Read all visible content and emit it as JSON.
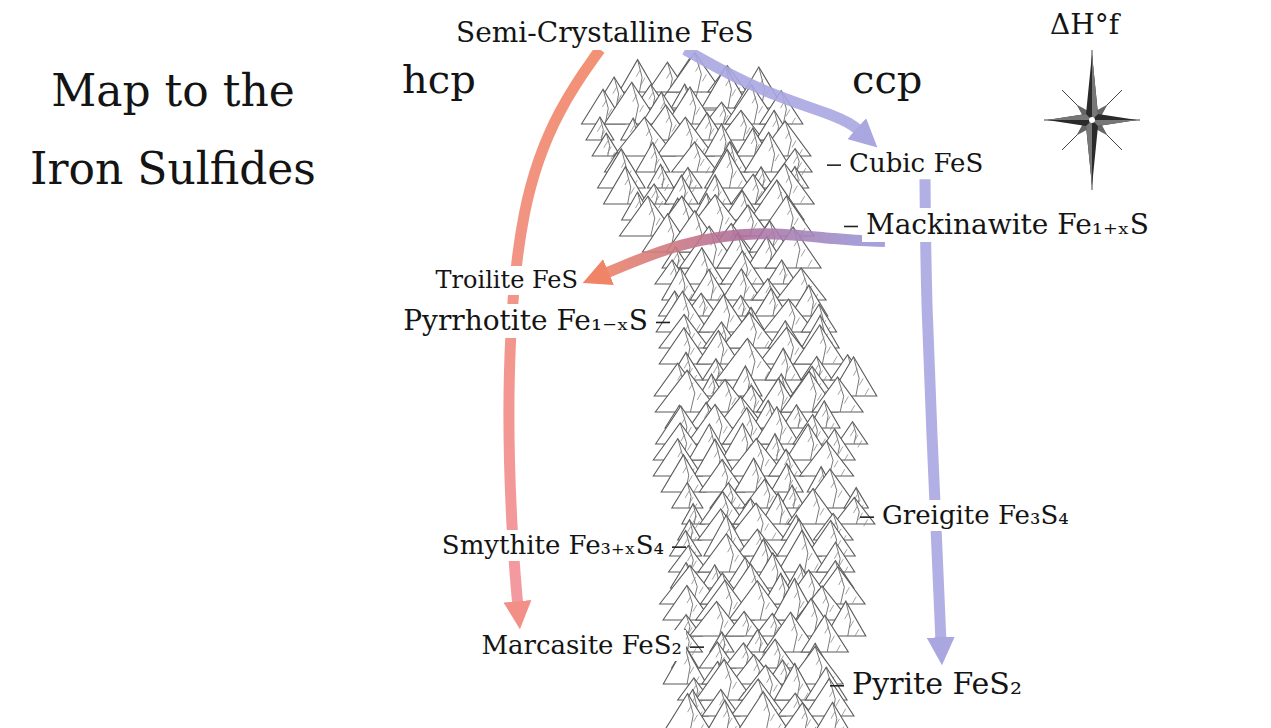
{
  "diagram": {
    "title": "Map to the Iron Sulfides",
    "nodes": [
      {
        "text": [
          "Semi-Crystalline FeS"
        ]
      },
      {
        "text": [
          "Cubic FeS"
        ]
      },
      {
        "text": [
          "Mackinawite Fe₁₊ₓS"
        ]
      },
      {
        "text": [
          "Troilite FeS"
        ]
      },
      {
        "text": [
          "Pyrrhotite Fe₁₋ₓS"
        ]
      },
      {
        "text": [
          "Greigite Fe₃S₄"
        ]
      },
      {
        "text": [
          "Smythite Fe₃₊ₓS₄"
        ]
      },
      {
        "text": [
          "Marcasite FeS₂"
        ]
      },
      {
        "text": [
          "Pyrite FeS₂"
        ]
      }
    ],
    "edges": [
      {
        "from": 0,
        "to": 7,
        "arrow": "to"
      },
      {
        "from": 0,
        "to": 1,
        "arrow": "to"
      },
      {
        "from": 2,
        "to": 3,
        "arrow": "to"
      },
      {
        "from": 1,
        "to": 8,
        "arrow": "to"
      }
    ],
    "labels": [
      "hcp",
      "ccp",
      "ΔH°f"
    ]
  }
}
